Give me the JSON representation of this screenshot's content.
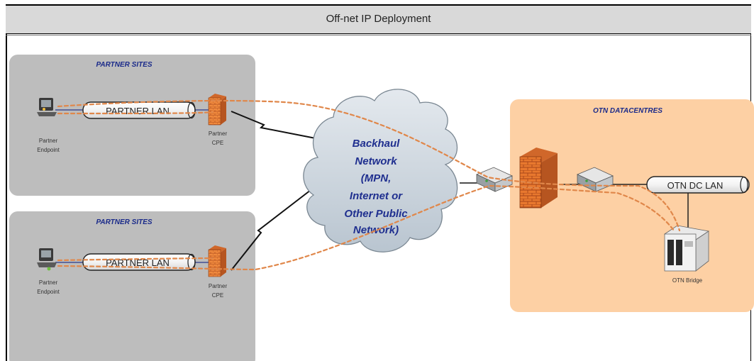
{
  "header": {
    "title": "Off-net IP Deployment"
  },
  "zones": {
    "partner_top": {
      "label": "PARTNER SITES",
      "lan": "PARTNER LAN",
      "endpoint": [
        "Partner",
        "Endpoint"
      ],
      "cpe": [
        "Partner",
        "CPE"
      ]
    },
    "partner_bottom": {
      "label": "PARTNER SITES",
      "lan": "PARTNER LAN",
      "endpoint": [
        "Partner",
        "Endpoint"
      ],
      "cpe": [
        "Partner",
        "CPE"
      ]
    },
    "datacentre": {
      "label": "OTN DATACENTRES",
      "lan": "OTN DC LAN",
      "bridge": "OTN Bridge"
    }
  },
  "cloud": {
    "lines": [
      "Backhaul",
      "Network",
      "(MPN,",
      "Internet or",
      "Other Public",
      "Network)"
    ]
  },
  "colors": {
    "partner_zone": "#bdbdbd",
    "dc_zone": "#fdd0a4",
    "header": "#d9d9d9",
    "zone_label": "#1a2a8a",
    "dashed_path": "#e0874a",
    "firewall": "#e8782e",
    "cloud_fill": "#c9d3dc",
    "cloud_text": "#1f2f8f"
  }
}
